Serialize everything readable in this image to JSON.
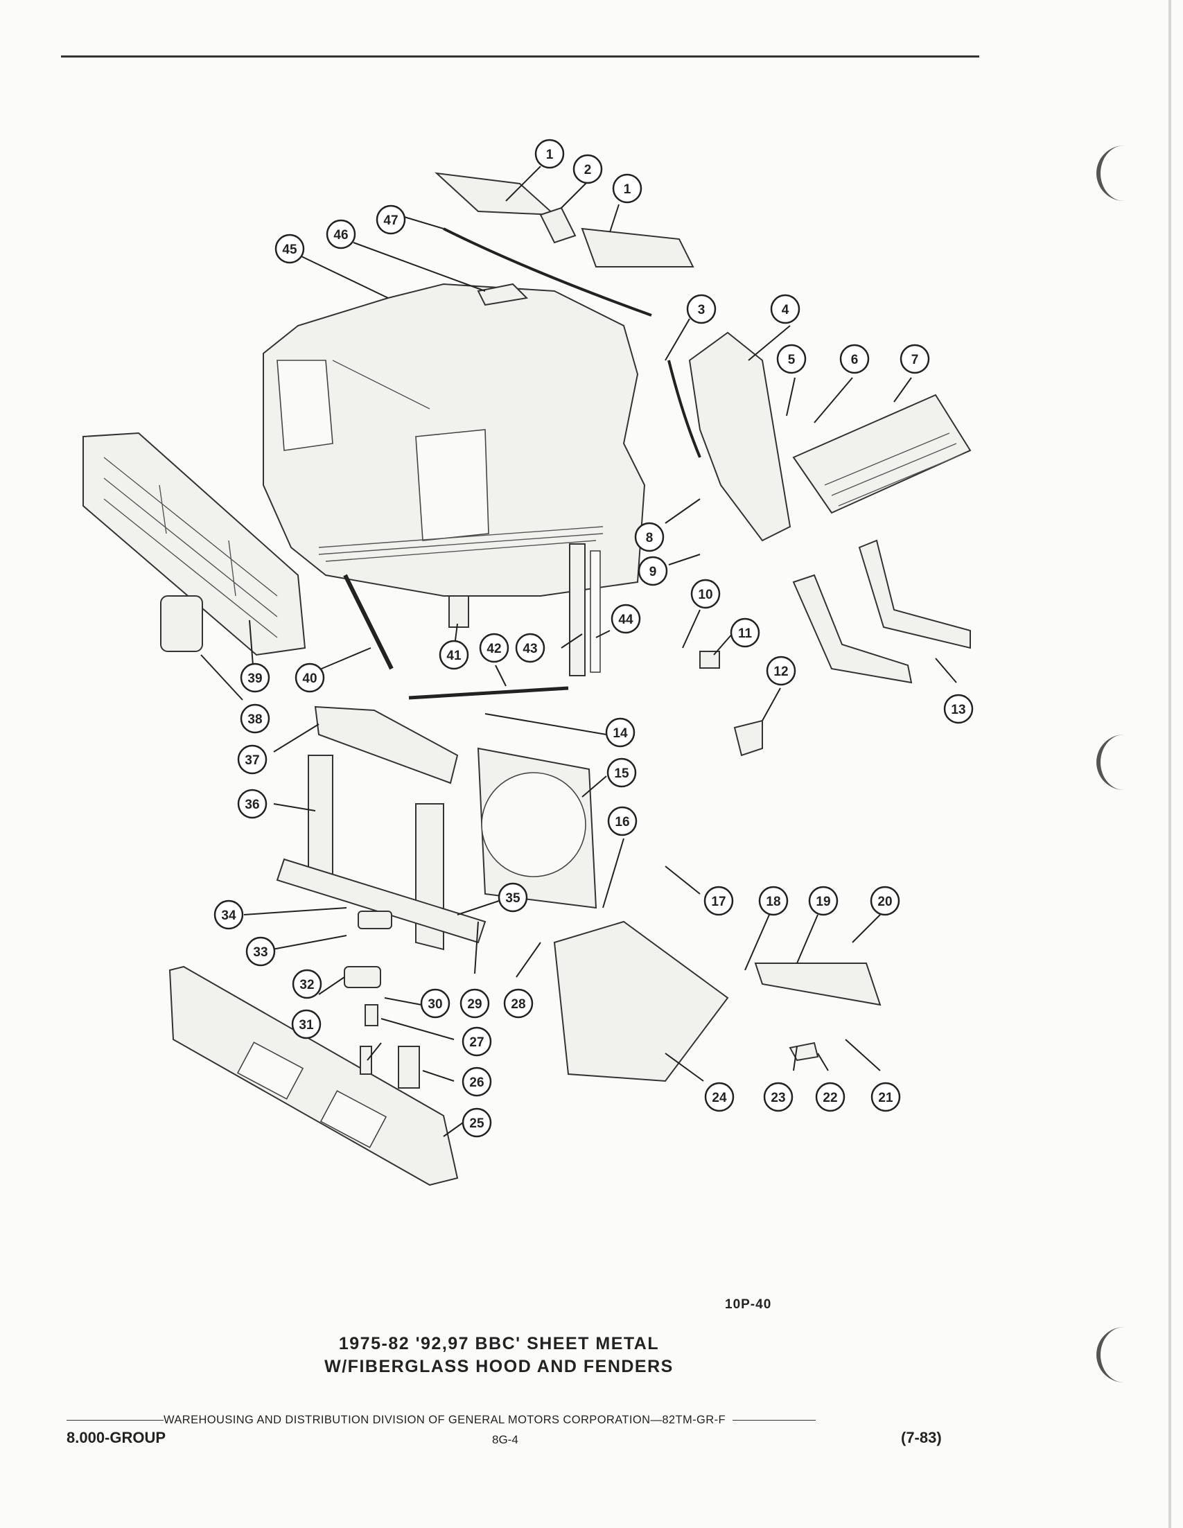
{
  "figure": {
    "reference": "10P-40",
    "title_line1": "1975-82 '92,97 BBC' SHEET METAL",
    "title_line2": "W/FIBERGLASS HOOD AND FENDERS",
    "callouts": [
      "1",
      "2",
      "1",
      "3",
      "4",
      "5",
      "6",
      "7",
      "8",
      "9",
      "10",
      "11",
      "12",
      "13",
      "14",
      "15",
      "16",
      "17",
      "18",
      "19",
      "20",
      "21",
      "22",
      "23",
      "24",
      "25",
      "26",
      "27",
      "28",
      "29",
      "30",
      "31",
      "32",
      "33",
      "34",
      "35",
      "36",
      "37",
      "38",
      "39",
      "40",
      "41",
      "42",
      "43",
      "44",
      "45",
      "46",
      "47"
    ]
  },
  "footer": {
    "publisher": "WAREHOUSING AND DISTRIBUTION  DIVISION OF GENERAL MOTORS CORPORATION—82TM-GR-F",
    "group": "8.000-GROUP",
    "page": "8G-4",
    "date": "(7-83)"
  }
}
